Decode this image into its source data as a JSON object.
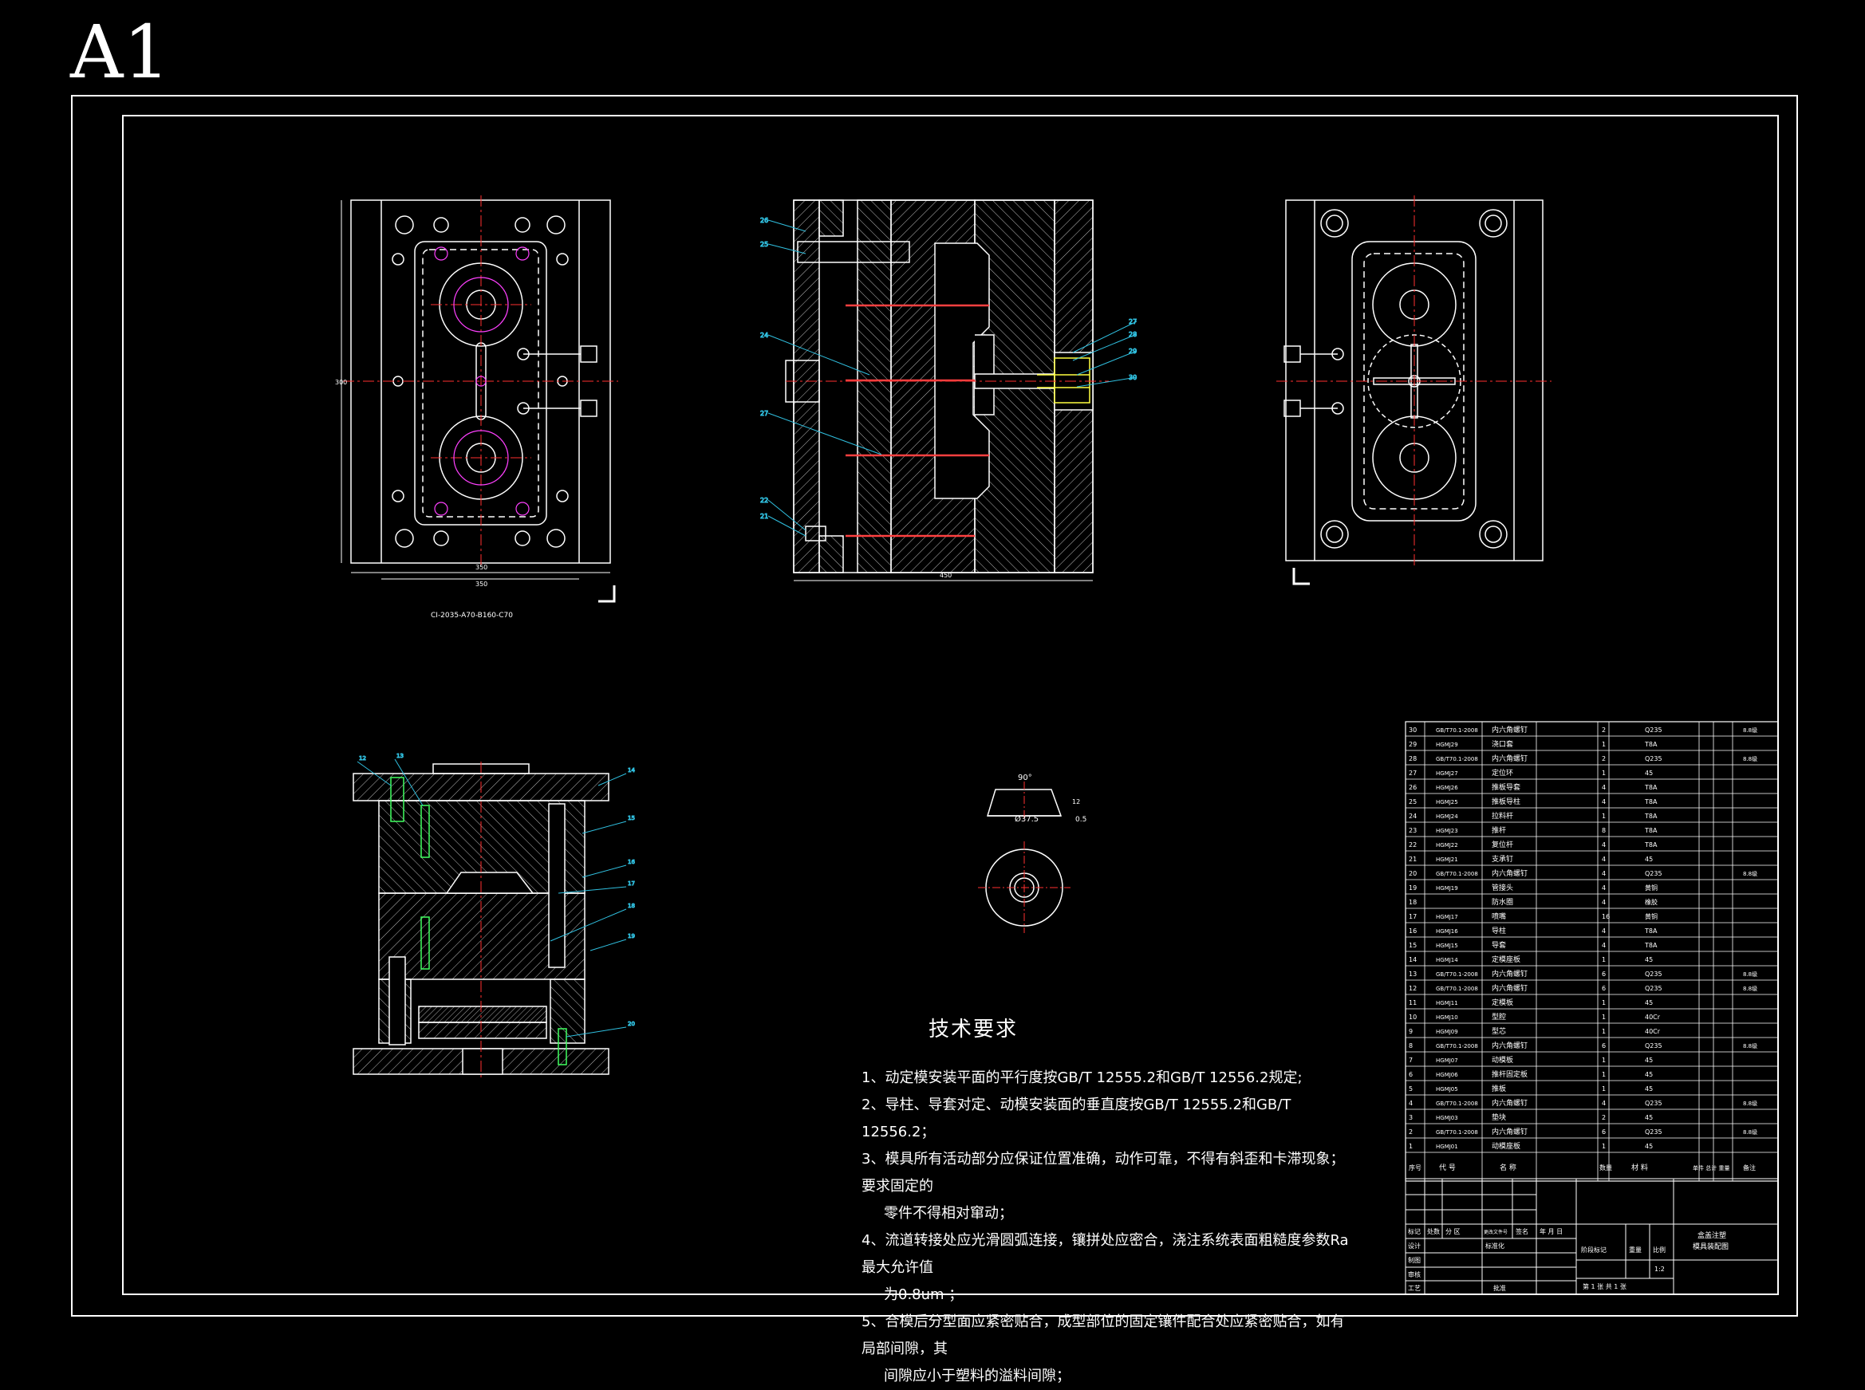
{
  "sheet": {
    "size_label": "A1",
    "magenta_note": "CI-2035-A70-B160-C70"
  },
  "front_dims": {
    "width1": "350",
    "width2": "350",
    "height": "300"
  },
  "section_dims": {
    "width": "450"
  },
  "part_view": {
    "diameter": "Ø37.5",
    "angle": "90°",
    "thick": "0.5",
    "h1": "12"
  },
  "balloons_section": [
    "26",
    "25",
    "24",
    "27",
    "22",
    "21",
    "27",
    "28",
    "29",
    "30"
  ],
  "balloons_side": [
    "12",
    "13",
    "14",
    "15",
    "16",
    "17",
    "18",
    "19",
    "20"
  ],
  "notes": {
    "title": "技术要求",
    "items": [
      "1、动定模安装平面的平行度按GB/T 12555.2和GB/T 12556.2规定;",
      "2、导柱、导套对定、动模安装面的垂直度按GB/T 12555.2和GB/T 12556.2；",
      "3、模具所有活动部分应保证位置准确，动作可靠，不得有斜歪和卡滞现象；要求固定的",
      "零件不得相对窜动；",
      "4、流道转接处应光滑圆弧连接，镶拼处应密合，浇注系统表面粗糙度参数Ra最大允许值",
      "为0.8um ；",
      "5、合模后分型面应紧密贴合，成型部位的固定镶件配合处应紧密贴合，如有局部间隙，其",
      "间隙应小于塑料的溢料间隙；"
    ]
  },
  "bom": {
    "header": {
      "no": "序号",
      "code": "代 号",
      "name": "名 称",
      "qty": "数量",
      "material": "材 料",
      "weight": "单件 总计 重量",
      "remark": "备注"
    },
    "rows": [
      {
        "no": "30",
        "code": "GB/T70.1-2008",
        "name": "内六角螺钉",
        "qty": "2",
        "mat": "Q235",
        "remark": "8.8级"
      },
      {
        "no": "29",
        "code": "HGMJ29",
        "name": "浇口套",
        "qty": "1",
        "mat": "T8A",
        "remark": ""
      },
      {
        "no": "28",
        "code": "GB/T70.1-2008",
        "name": "内六角螺钉",
        "qty": "2",
        "mat": "Q235",
        "remark": "8.8级"
      },
      {
        "no": "27",
        "code": "HGMJ27",
        "name": "定位环",
        "qty": "1",
        "mat": "45",
        "remark": ""
      },
      {
        "no": "26",
        "code": "HGMJ26",
        "name": "推板导套",
        "qty": "4",
        "mat": "T8A",
        "remark": ""
      },
      {
        "no": "25",
        "code": "HGMJ25",
        "name": "推板导柱",
        "qty": "4",
        "mat": "T8A",
        "remark": ""
      },
      {
        "no": "24",
        "code": "HGMJ24",
        "name": "拉料杆",
        "qty": "1",
        "mat": "T8A",
        "remark": ""
      },
      {
        "no": "23",
        "code": "HGMJ23",
        "name": "推杆",
        "qty": "8",
        "mat": "T8A",
        "remark": ""
      },
      {
        "no": "22",
        "code": "HGMJ22",
        "name": "复位杆",
        "qty": "4",
        "mat": "T8A",
        "remark": ""
      },
      {
        "no": "21",
        "code": "HGMJ21",
        "name": "支承钉",
        "qty": "4",
        "mat": "45",
        "remark": ""
      },
      {
        "no": "20",
        "code": "GB/T70.1-2008",
        "name": "内六角螺钉",
        "qty": "4",
        "mat": "Q235",
        "remark": "8.8级"
      },
      {
        "no": "19",
        "code": "HGMJ19",
        "name": "管接头",
        "qty": "4",
        "mat": "黄铜",
        "remark": ""
      },
      {
        "no": "18",
        "code": "",
        "name": "防水圈",
        "qty": "4",
        "mat": "橡胶",
        "remark": ""
      },
      {
        "no": "17",
        "code": "HGMJ17",
        "name": "喷嘴",
        "qty": "16",
        "mat": "黄铜",
        "remark": ""
      },
      {
        "no": "16",
        "code": "HGMJ16",
        "name": "导柱",
        "qty": "4",
        "mat": "T8A",
        "remark": ""
      },
      {
        "no": "15",
        "code": "HGMJ15",
        "name": "导套",
        "qty": "4",
        "mat": "T8A",
        "remark": ""
      },
      {
        "no": "14",
        "code": "HGMJ14",
        "name": "定模座板",
        "qty": "1",
        "mat": "45",
        "remark": ""
      },
      {
        "no": "13",
        "code": "GB/T70.1-2008",
        "name": "内六角螺钉",
        "qty": "6",
        "mat": "Q235",
        "remark": "8.8级"
      },
      {
        "no": "12",
        "code": "GB/T70.1-2008",
        "name": "内六角螺钉",
        "qty": "6",
        "mat": "Q235",
        "remark": "8.8级"
      },
      {
        "no": "11",
        "code": "HGMJ11",
        "name": "定模板",
        "qty": "1",
        "mat": "45",
        "remark": ""
      },
      {
        "no": "10",
        "code": "HGMJ10",
        "name": "型腔",
        "qty": "1",
        "mat": "40Cr",
        "remark": ""
      },
      {
        "no": "9",
        "code": "HGMJ09",
        "name": "型芯",
        "qty": "1",
        "mat": "40Cr",
        "remark": ""
      },
      {
        "no": "8",
        "code": "GB/T70.1-2008",
        "name": "内六角螺钉",
        "qty": "6",
        "mat": "Q235",
        "remark": "8.8级"
      },
      {
        "no": "7",
        "code": "HGMJ07",
        "name": "动模板",
        "qty": "1",
        "mat": "45",
        "remark": ""
      },
      {
        "no": "6",
        "code": "HGMJ06",
        "name": "推杆固定板",
        "qty": "1",
        "mat": "45",
        "remark": ""
      },
      {
        "no": "5",
        "code": "HGMJ05",
        "name": "推板",
        "qty": "1",
        "mat": "45",
        "remark": ""
      },
      {
        "no": "4",
        "code": "GB/T70.1-2008",
        "name": "内六角螺钉",
        "qty": "4",
        "mat": "Q235",
        "remark": "8.8级"
      },
      {
        "no": "3",
        "code": "HGMJ03",
        "name": "垫块",
        "qty": "2",
        "mat": "45",
        "remark": ""
      },
      {
        "no": "2",
        "code": "GB/T70.1-2008",
        "name": "内六角螺钉",
        "qty": "6",
        "mat": "Q235",
        "remark": "8.8级"
      },
      {
        "no": "1",
        "code": "HGMJ01",
        "name": "动模座板",
        "qty": "1",
        "mat": "45",
        "remark": ""
      }
    ]
  },
  "title_block": {
    "rev_row": [
      "标记",
      "处数",
      "分 区",
      "更改文件号",
      "签名",
      "年 月 日"
    ],
    "roles": [
      "设计",
      "制图",
      "审核",
      "工艺"
    ],
    "std_label": "标准化",
    "approve_label": "批准",
    "stage_label": "阶段标记",
    "weight_label": "重量",
    "scale_label": "比例",
    "scale_value": "1:2",
    "sheet_info": "第 1 张   共 1 张",
    "drawing_title_1": "盒盖注塑",
    "drawing_title_2": "模具装配图"
  },
  "colors": {
    "line": "#ffffff",
    "center": "#ff3030",
    "magenta": "#ff40ff",
    "cyan": "#30c0e0",
    "yellow": "#ffff40",
    "green": "#40ff60"
  }
}
